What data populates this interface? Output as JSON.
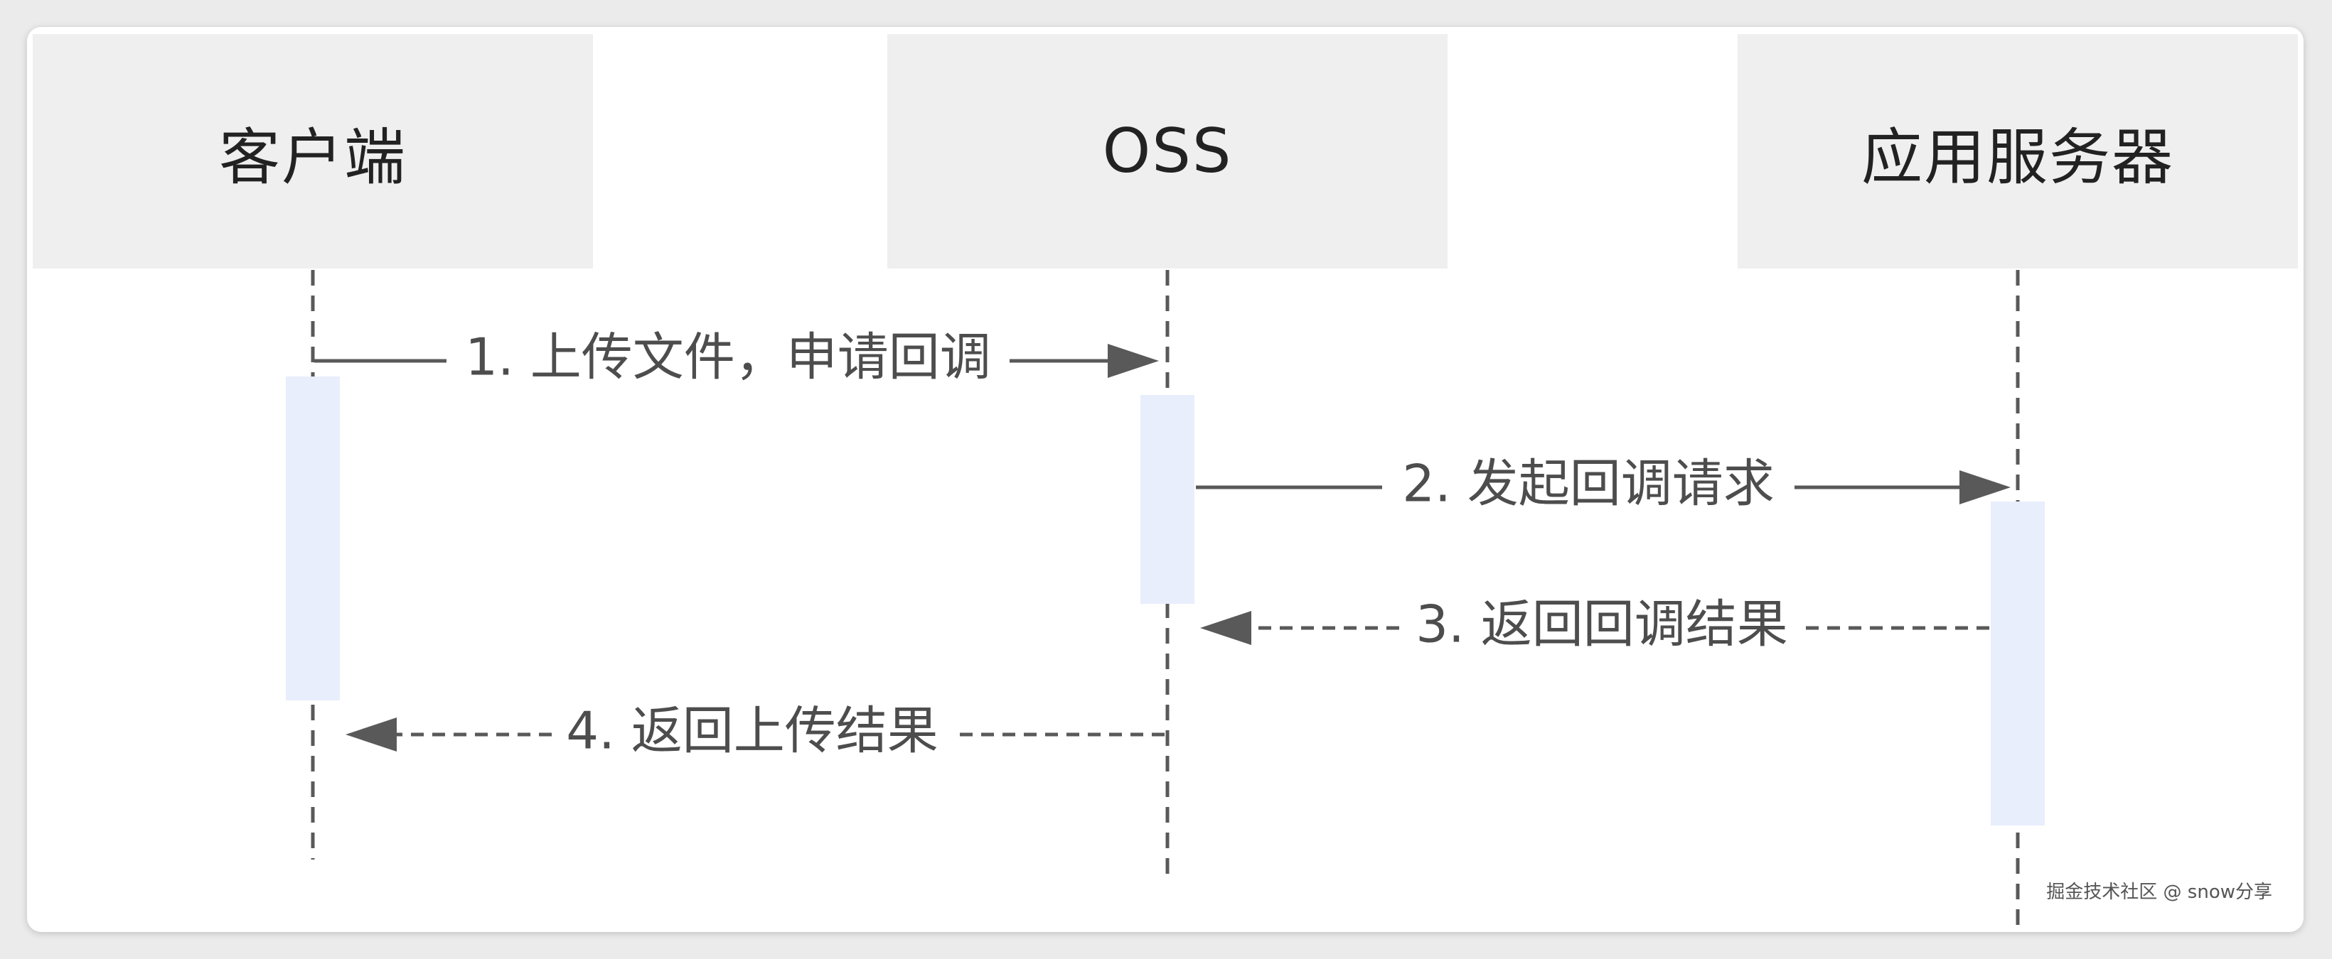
{
  "actors": [
    {
      "label": "客户端"
    },
    {
      "label": "OSS"
    },
    {
      "label": "应用服务器"
    }
  ],
  "messages": [
    {
      "label": "1. 上传文件，申请回调"
    },
    {
      "label": "2. 发起回调请求"
    },
    {
      "label": "3. 返回回调结果"
    },
    {
      "label": "4. 返回上传结果"
    }
  ],
  "watermark": "掘金技术社区 @ snow分享",
  "colors": {
    "actor_box": "#efefef",
    "activation": "#e8eefc",
    "line": "#595959",
    "text": "#222222"
  }
}
